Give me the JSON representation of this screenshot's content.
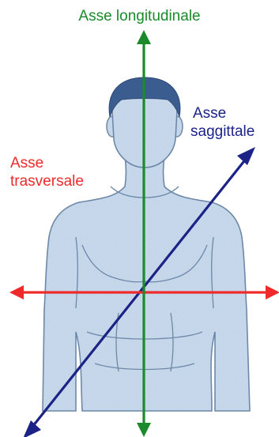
{
  "labels": {
    "longitudinal": "Asse longitudinale",
    "sagittal_line1": "Asse",
    "sagittal_line2": "saggittale",
    "transversal_line1": "Asse",
    "transversal_line2": "trasversale"
  },
  "colors": {
    "longitudinal_axis": "#1a8a2a",
    "sagittal_axis": "#1c2387",
    "transversal_axis": "#ee2a2a",
    "skin": "#c8d9ec",
    "skin_outline": "#6e88a8",
    "hair": "#3a5c8e"
  }
}
